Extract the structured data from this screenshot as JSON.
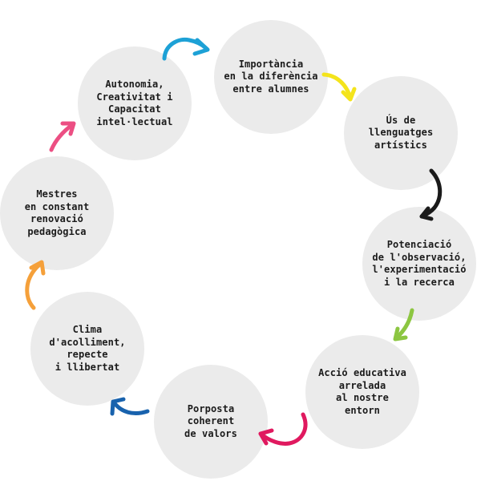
{
  "nodes": [
    {
      "label": "Importància\nen la diferència\nentre alumnes"
    },
    {
      "label": "Ús de\nllenguatges\nartístics"
    },
    {
      "label": "Potenciació\nde l'observació,\nl'experimentació\ni la recerca"
    },
    {
      "label": "Acció educativa\narrelada\nal nostre\nentorn"
    },
    {
      "label": "Porposta\ncoherent\nde valors"
    },
    {
      "label": "Clima\nd'acolliment,\nrepecte\ni llibertat"
    },
    {
      "label": "Mestres\nen constant\nrenovació\npedagògica"
    },
    {
      "label": "Autonomia,\nCreativitat i\nCapacitat\nintel·lectual"
    }
  ],
  "arrows": [
    {
      "from_node": 7,
      "to_node": 0,
      "color": "#1da1d6"
    },
    {
      "from_node": 0,
      "to_node": 1,
      "color": "#f4e41c"
    },
    {
      "from_node": 1,
      "to_node": 2,
      "color": "#1a1a1a"
    },
    {
      "from_node": 2,
      "to_node": 3,
      "color": "#8cc641"
    },
    {
      "from_node": 3,
      "to_node": 4,
      "color": "#e0195f"
    },
    {
      "from_node": 4,
      "to_node": 5,
      "color": "#1862ad"
    },
    {
      "from_node": 5,
      "to_node": 6,
      "color": "#f5a03a"
    },
    {
      "from_node": 6,
      "to_node": 7,
      "color": "#ec4f83"
    }
  ]
}
